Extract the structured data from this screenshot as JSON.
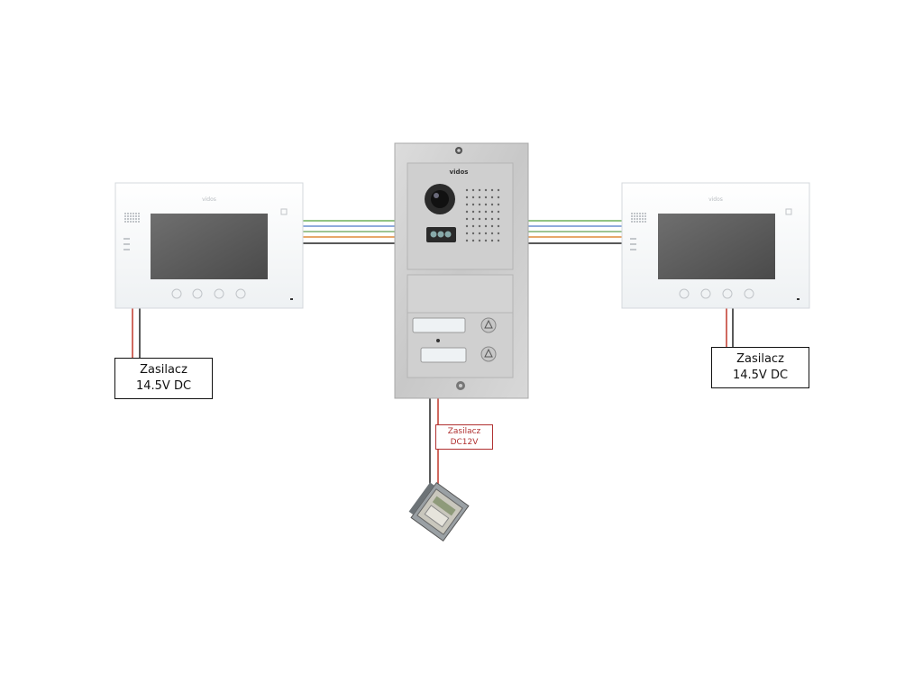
{
  "panel": {
    "brand": "vidos"
  },
  "monitors": [
    {
      "brand": "vidos"
    },
    {
      "brand": "vidos"
    }
  ],
  "power_left": {
    "line1": "Zasilacz",
    "line2": "14.5V DC"
  },
  "power_right": {
    "line1": "Zasilacz",
    "line2": "14.5V DC"
  },
  "power_lock": {
    "line1": "Zasilacz",
    "line2": "DC12V"
  },
  "colors": {
    "wire_green": "#6fb05a",
    "wire_blue": "#6a8fd0",
    "wire_orange": "#e08a3a",
    "wire_red": "#c0392b",
    "wire_black": "#222222",
    "lock_label": "#b03030"
  }
}
